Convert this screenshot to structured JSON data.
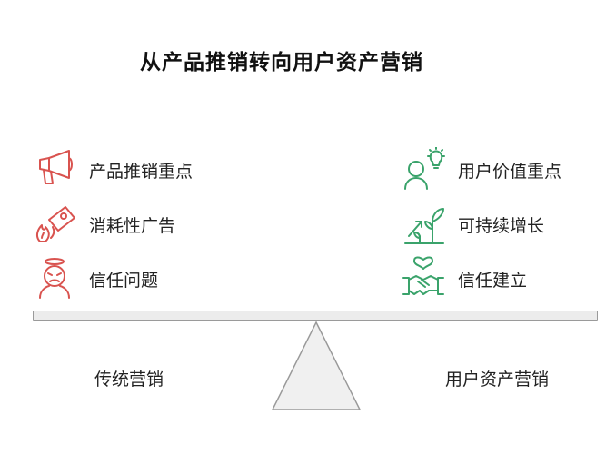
{
  "title": "从产品推销转向用户资产营销",
  "left": {
    "items": [
      {
        "label": "产品推销重点",
        "icon": "megaphone-icon"
      },
      {
        "label": "消耗性广告",
        "icon": "burning-ticket-icon"
      },
      {
        "label": "信任问题",
        "icon": "worried-person-icon"
      }
    ],
    "side_label": "传统营销"
  },
  "right": {
    "items": [
      {
        "label": "用户价值重点",
        "icon": "person-lightbulb-icon"
      },
      {
        "label": "可持续增长",
        "icon": "growing-plant-icon"
      },
      {
        "label": "信任建立",
        "icon": "handshake-heart-icon"
      }
    ],
    "side_label": "用户资产营销"
  },
  "colors": {
    "left_icon": "#d9534f",
    "right_icon": "#3aa36b",
    "beam_fill": "#ececec",
    "beam_stroke": "#9a9a9a"
  }
}
